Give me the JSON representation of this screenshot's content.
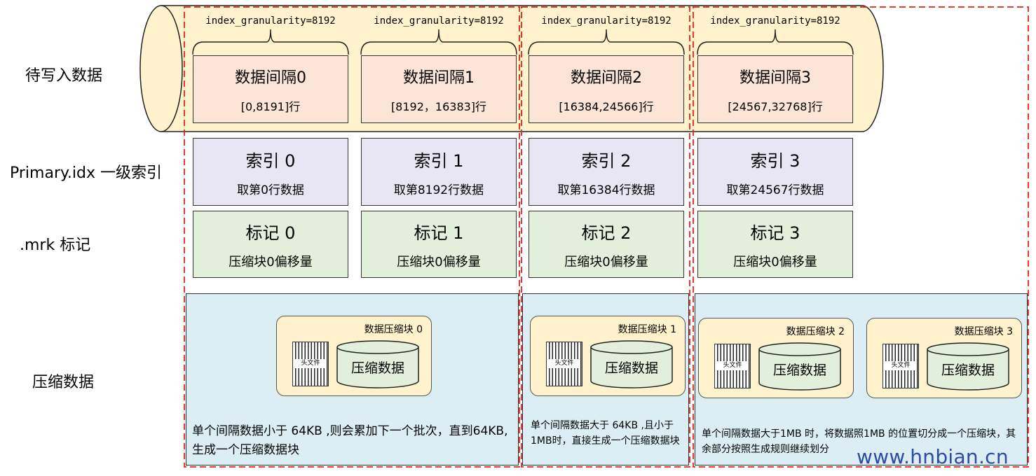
{
  "row_labels": {
    "pending": "待写入数据",
    "primary": "Primary.idx 一级索引",
    "mrk": ".mrk 标记",
    "compressed": "压缩数据"
  },
  "granules": [
    {
      "granularity": "index_granularity=8192",
      "interval_title": "数据间隔0",
      "interval_range": "[0,8191]行",
      "index_title": "索引 0",
      "index_desc": "取第0行数据",
      "mark_title": "标记 0",
      "mark_desc": "压缩块0偏移量"
    },
    {
      "granularity": "index_granularity=8192",
      "interval_title": "数据间隔1",
      "interval_range": "[8192，16383]行",
      "index_title": "索引 1",
      "index_desc": "取第8192行数据",
      "mark_title": "标记 1",
      "mark_desc": "压缩块0偏移量"
    },
    {
      "granularity": "index_granularity=8192",
      "interval_title": "数据间隔2",
      "interval_range": "[16384,24566]行",
      "index_title": "索引 2",
      "index_desc": "取第16384行数据",
      "mark_title": "标记 2",
      "mark_desc": "压缩块0偏移量"
    },
    {
      "granularity": "index_granularity=8192",
      "interval_title": "数据间隔3",
      "interval_range": "[24567,32768]行",
      "index_title": "索引 3",
      "index_desc": "取第24567行数据",
      "mark_title": "标记 3",
      "mark_desc": "压缩块0偏移量"
    }
  ],
  "chunks": [
    {
      "title": "数据压缩块 0",
      "header": "头文件",
      "data": "压缩数据"
    },
    {
      "title": "数据压缩块 1",
      "header": "头文件",
      "data": "压缩数据"
    },
    {
      "title": "数据压缩块 2",
      "header": "头文件",
      "data": "压缩数据"
    },
    {
      "title": "数据压缩块 3",
      "header": "头文件",
      "data": "压缩数据"
    }
  ],
  "notes": {
    "region0": "单个间隔数据小于 64KB ,则会累加下一个批次，直到64KB,生成一个压缩数据块",
    "region1": "单个间隔数据大于 64KB ,且小于1MB时，直接生成一个压缩数据块",
    "region2": "单个间隔数据大于1MB 时，将数据照1MB 的位置切分成一个压缩块，其余部分按照生成规则继续划分"
  },
  "watermark": "www.hnbian.cn",
  "colors": {
    "cylinder": "#fff2cc",
    "interval": "#fce4d6",
    "index": "#e8e6f2",
    "mark": "#e2efda",
    "region": "#dbeef3",
    "dashed_border": "#e0261b"
  }
}
